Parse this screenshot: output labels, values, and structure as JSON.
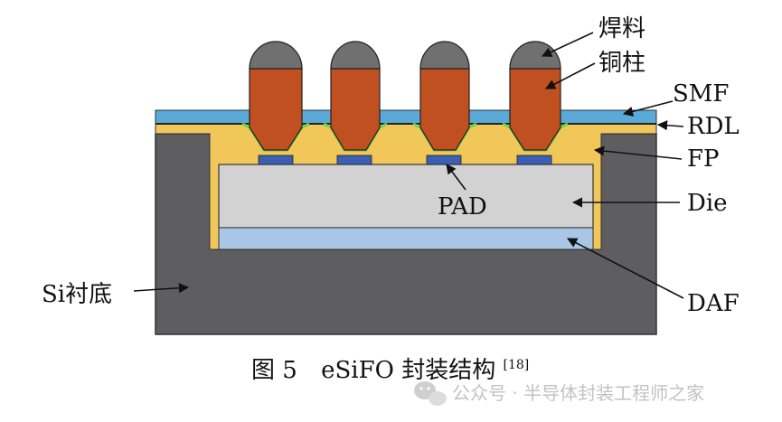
{
  "diagram": {
    "labels": {
      "solder": "焊料",
      "copper_pillar": "铜柱",
      "smf": "SMF",
      "rdl": "RDL",
      "fp": "FP",
      "die": "Die",
      "pad": "PAD",
      "daf": "DAF",
      "si_substrate": "Si衬底"
    },
    "colors": {
      "substrate": "#5e5e61",
      "fp": "#f2c75a",
      "smf": "#5aa9d6",
      "rdl_line": "#222222",
      "die": "#d2d2d2",
      "daf": "#a9c6e6",
      "pad": "#3a5fb3",
      "pillar": "#c0501f",
      "solder": "#707070",
      "seed_layer": "#6fd24b",
      "outline": "#222222"
    }
  },
  "caption": {
    "figure_label": "图 5",
    "title": "eSiFO 封装结构",
    "reference": "[18]"
  },
  "watermark": {
    "text": "公众号 · 半导体封装工程师之家",
    "icon": "wechat-icon"
  }
}
